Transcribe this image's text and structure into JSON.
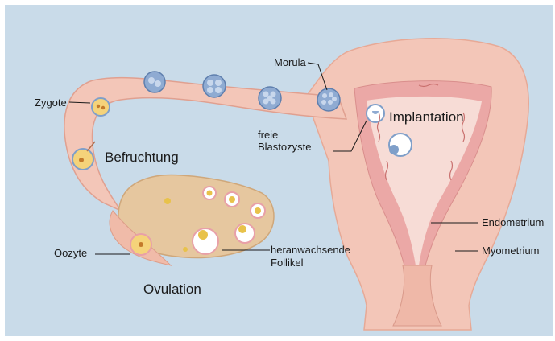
{
  "labels": {
    "morula": "Morula",
    "zygote": "Zygote",
    "implantation": "Implantation",
    "freie": "freie",
    "blastozyste": "Blastozyste",
    "befruchtung": "Befruchtung",
    "endometrium": "Endometrium",
    "myometrium": "Myometrium",
    "oozyte": "Oozyte",
    "heranwachsende": "heranwachsende",
    "follikel": "Follikel",
    "ovulation": "Ovulation"
  },
  "colors": {
    "background": "#c9dbe9",
    "tissue": "#f3c6b8",
    "tissue_dark": "#e7a996",
    "endometrium": "#eba8a6",
    "ovary": "#e6c79f",
    "cell_blue": "#7f9fc9",
    "yolk": "#e8c24a",
    "leader": "#1a1a1a"
  }
}
